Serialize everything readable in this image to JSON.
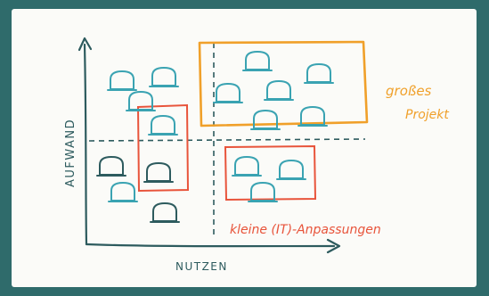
{
  "diagram": {
    "y_axis_label": "AUFWAND",
    "x_axis_label": "NUTZEN",
    "big_project_label_line1": "großes",
    "big_project_label_line2": "Projekt",
    "small_changes_label": "kleine (IT)-Anpassungen"
  },
  "colors": {
    "frame": "#2f6b6b",
    "paper": "#fbfbf8",
    "axis": "#2d5b5e",
    "item": "#3aa3b2",
    "item_dark": "#2d5b5e",
    "big_project": "#f0a02a",
    "small_changes": "#e8543b"
  }
}
